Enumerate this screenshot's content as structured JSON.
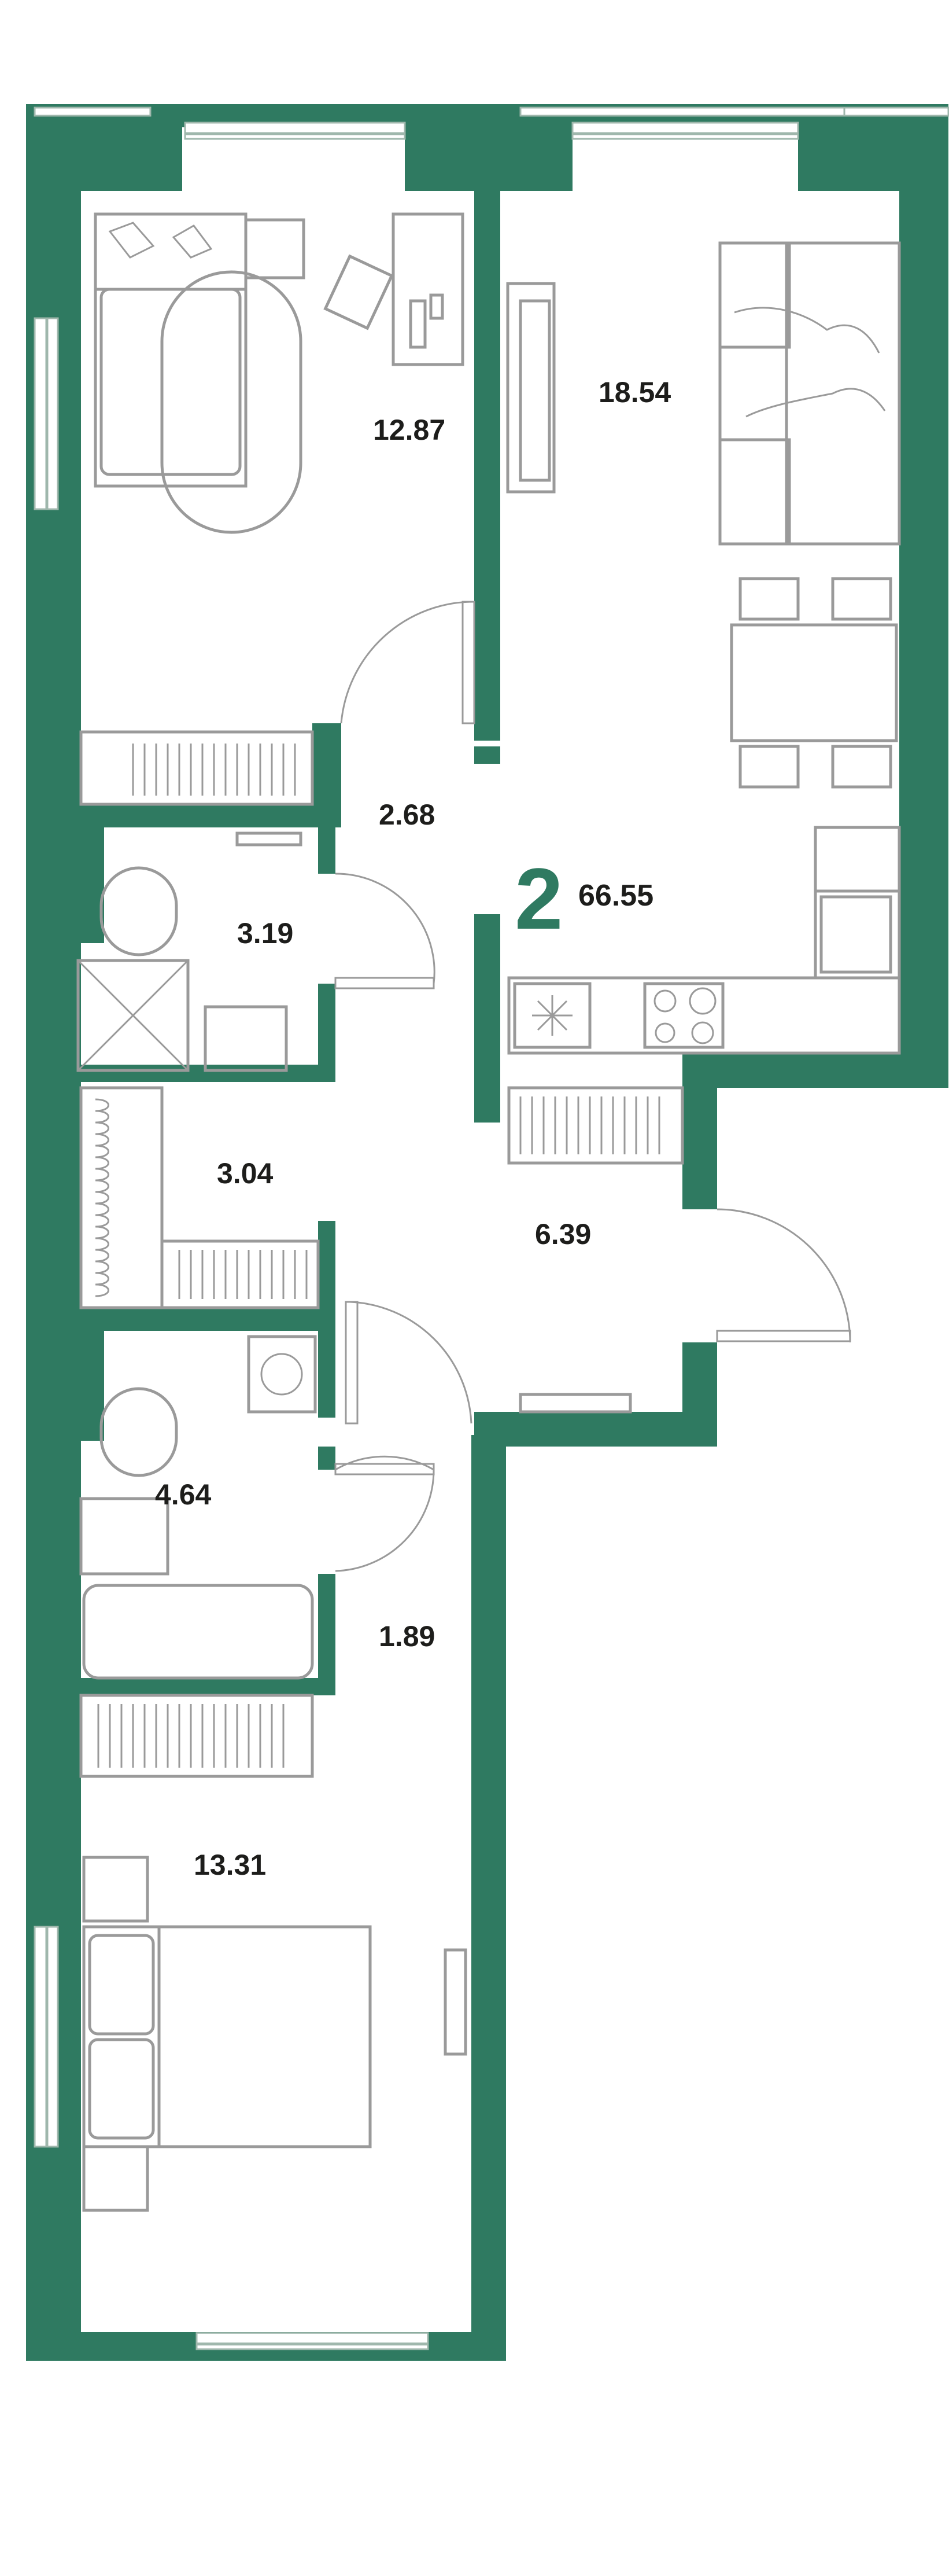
{
  "colors": {
    "wall": "#2f7a61",
    "floor": "#ffffff",
    "furniture_stroke": "#9a9a9a",
    "text": "#1d1d1b",
    "accent": "#2f7a61"
  },
  "apartment": {
    "rooms_count": "2",
    "total_area": "66.55"
  },
  "rooms": [
    {
      "id": "bedroom-1",
      "area": "12.87"
    },
    {
      "id": "living-kitchen",
      "area": "18.54"
    },
    {
      "id": "corridor",
      "area": "2.68"
    },
    {
      "id": "wc",
      "area": "3.19"
    },
    {
      "id": "wardrobe",
      "area": "3.04"
    },
    {
      "id": "hallway",
      "area": "6.39"
    },
    {
      "id": "bathroom",
      "area": "4.64"
    },
    {
      "id": "corridor-2",
      "area": "1.89"
    },
    {
      "id": "bedroom-2",
      "area": "13.31"
    }
  ]
}
